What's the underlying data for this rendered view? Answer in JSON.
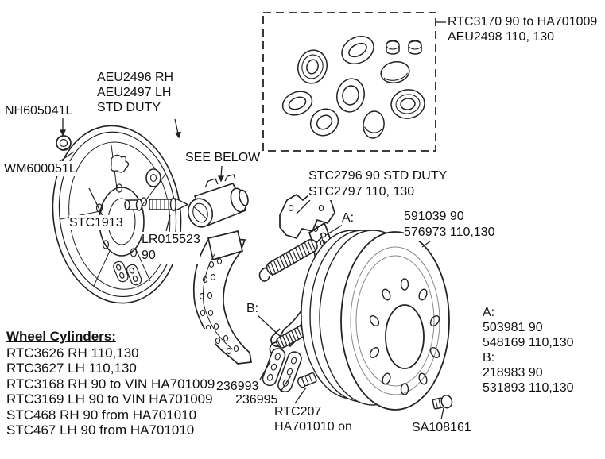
{
  "diagram": {
    "colors": {
      "line": "#222222",
      "text": "#111111",
      "background": "#ffffff"
    },
    "labels": {
      "seal_kit": {
        "line1": "RTC3170 90 to HA701009",
        "line2": "AEU2498 110, 130"
      },
      "backplate": {
        "line1": "AEU2496 RH",
        "line2": "AEU2497 LH",
        "line3": "STD DUTY"
      },
      "nut": "NH605041L",
      "washer": "WM600051L",
      "see_below": "SEE BELOW",
      "stc1913": "STC1913",
      "adjuster_bolt": {
        "line1": "LR015523",
        "line2": "90"
      },
      "shoes": {
        "line1": "STC2796 90 STD DUTY",
        "line2": "STC2797 110, 130"
      },
      "marker_a": "A:",
      "marker_b": "B:",
      "drum": {
        "line1": "591039 90",
        "line2": "576973 110,130"
      },
      "spring_key": {
        "a_title": "A:",
        "a_line1": "503981 90",
        "a_line2": "548169 110,130",
        "b_title": "B:",
        "b_line1": "218983 90",
        "b_line2": "531893 110,130"
      },
      "adjuster_link_front": "236993",
      "adjuster_link_rear": "236995",
      "drum_screw": {
        "line1": "RTC207",
        "line2": "HA701010 on"
      },
      "hub_bolt": "SA108161"
    },
    "wheel_cylinders": {
      "title": "Wheel Cylinders:",
      "items": [
        "RTC3626 RH 110,130",
        "RTC3627 LH 110,130",
        "RTC3168 RH 90 to VIN HA701009",
        "RTC3169 LH 90 to VIN HA701009",
        "STC468 RH 90 from HA701010",
        "STC467 LH 90 from HA701010"
      ]
    }
  }
}
